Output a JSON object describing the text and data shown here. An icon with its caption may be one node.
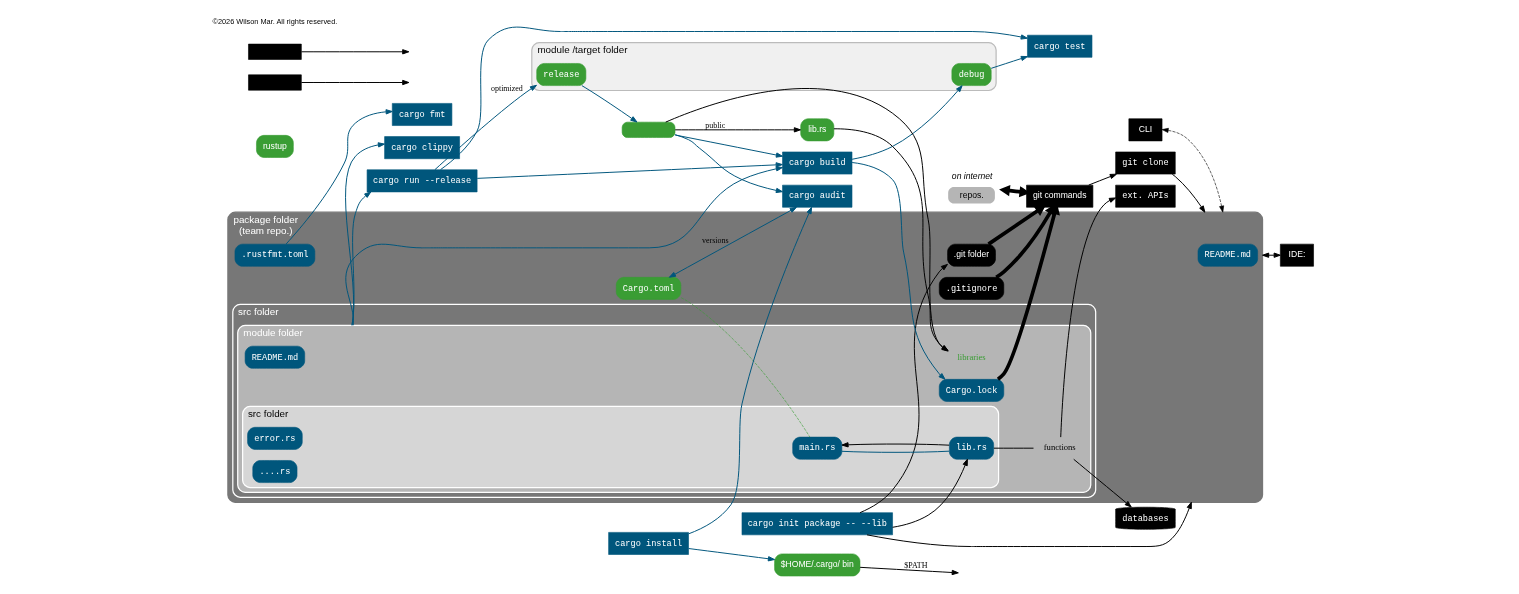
{
  "diagram": {
    "nodes": [
      {
        "text": [
          "CLI"
        ]
      },
      {
        "text": [
          "rustup"
        ]
      },
      {
        "text": [
          "cargo init package -- --lib"
        ]
      },
      {
        "text": [
          "package folder",
          "(team repo.)"
        ]
      },
      {
        "text": [
          "README.md"
        ],
        "in": 3
      },
      {
        "text": [
          ".rustfmt.toml"
        ],
        "in": 3
      },
      {
        "text": [
          "Cargo.toml"
        ],
        "in": 3
      },
      {
        "text": [
          "src folder"
        ],
        "in": 3
      },
      {
        "text": [
          "module folder"
        ],
        "in": 7
      },
      {
        "text": [
          "src folder"
        ],
        "in": 8
      },
      {
        "text": [
          "main.rs"
        ],
        "in": 9
      },
      {
        "text": [
          "lib.rs"
        ],
        "in": 9
      },
      {
        "text": [
          "error.rs"
        ],
        "in": 9
      },
      {
        "text": [
          "....rs"
        ],
        "in": 9
      },
      {
        "text": [
          "README.md"
        ],
        "in": 8
      },
      {
        "text": [
          "functions"
        ],
        "in": 8
      },
      {
        "text": [
          "Cargo.lock"
        ],
        "in": 8
      },
      {
        "text": [
          "libraries"
        ],
        "in": 8
      },
      {
        "text": [
          ".git folder"
        ],
        "in": 3
      },
      {
        "text": [
          ".gitignore"
        ],
        "in": 3
      },
      {
        "text": [
          "IDE:"
        ]
      },
      {
        "text": [
          "cargo fmt"
        ]
      },
      {
        "text": [
          "databases"
        ]
      },
      {
        "text": [
          "ext. APIs"
        ]
      },
      {
        "text": [
          "cargo audit"
        ]
      },
      {
        "text": [],
        "shape": "box"
      },
      {
        "text": [],
        "shape": "box"
      },
      {
        "text": [
          "$HOME/.cargo/ bin"
        ]
      },
      {
        "text": [
          "cargo install"
        ]
      },
      {
        "text": [
          "cargo clippy"
        ]
      },
      {
        "text": [
          "cargo run --release"
        ]
      },
      {
        "text": [
          "cargo test"
        ]
      },
      {
        "text": [
          "cargo build"
        ]
      },
      {
        "text": [
          "lib.rs"
        ]
      },
      {
        "text": [],
        "shape": "box"
      },
      {
        "text": [
          "git clone"
        ]
      },
      {
        "text": [
          "git commands"
        ]
      },
      {
        "text": [
          "repos."
        ],
        "beside": [
          "on internet"
        ]
      },
      {
        "text": [
          "module /target folder"
        ]
      },
      {
        "text": [
          "debug"
        ],
        "in": 38
      },
      {
        "text": [
          "release"
        ],
        "in": 38
      }
    ],
    "edges": [
      {
        "from": 0,
        "to": 3,
        "arrow": "both",
        "style": "dashed"
      },
      {
        "from": 2,
        "to": 3,
        "arrow": "to"
      },
      {
        "from": 2,
        "to": 11,
        "arrow": "to"
      },
      {
        "from": 2,
        "to": 18,
        "arrow": "to"
      },
      {
        "from": 6,
        "to": 10,
        "arrow": "none",
        "style": "dashed",
        "color": "#3a9d34"
      },
      {
        "from": 10,
        "to": 11,
        "arrow": "none",
        "color": "#00567c"
      },
      {
        "from": 11,
        "to": 10,
        "arrow": "to"
      },
      {
        "from": 11,
        "to": 15,
        "arrow": "none"
      },
      {
        "from": 15,
        "to": 22,
        "arrow": "to"
      },
      {
        "from": 15,
        "to": 23,
        "arrow": "to"
      },
      {
        "from": 3,
        "to": 20,
        "arrow": "both"
      },
      {
        "from": 5,
        "to": 21,
        "arrow": "to",
        "color": "#00567c"
      },
      {
        "from": 6,
        "to": 24,
        "arrow": "both",
        "label": "versions",
        "color": "#00567c"
      },
      {
        "from": 28,
        "to": 24,
        "arrow": "to",
        "color": "#00567c"
      },
      {
        "from": 34,
        "to": 24,
        "arrow": "to",
        "color": "#00567c"
      },
      {
        "from": 28,
        "to": 27,
        "arrow": "to",
        "color": "#00567c"
      },
      {
        "from": 25,
        "to": null,
        "arrow": "to"
      },
      {
        "from": 26,
        "to": null,
        "arrow": "to"
      },
      {
        "from": 27,
        "to": null,
        "arrow": "to",
        "label": "$PATH"
      },
      {
        "from": 8,
        "to": 29,
        "arrow": "to",
        "color": "#00567c"
      },
      {
        "from": 8,
        "to": 30,
        "arrow": "to",
        "color": "#00567c"
      },
      {
        "from": 8,
        "to": 32,
        "arrow": "to",
        "color": "#00567c"
      },
      {
        "from": 32,
        "to": 16,
        "arrow": "to",
        "color": "#00567c"
      },
      {
        "from": 30,
        "to": 32,
        "arrow": "to",
        "color": "#00567c"
      },
      {
        "from": 30,
        "to": 31,
        "arrow": "to",
        "color": "#00567c"
      },
      {
        "from": 30,
        "to": 40,
        "arrow": "to",
        "label": "optimized",
        "color": "#00567c"
      },
      {
        "from": 39,
        "to": 31,
        "arrow": "to",
        "color": "#00567c"
      },
      {
        "from": 32,
        "to": 39,
        "arrow": "to",
        "color": "#00567c"
      },
      {
        "from": 34,
        "to": 32,
        "arrow": "to",
        "color": "#00567c"
      },
      {
        "from": 40,
        "to": 34,
        "arrow": "to",
        "color": "#00567c"
      },
      {
        "from": 34,
        "to": 33,
        "arrow": "to",
        "label": "public"
      },
      {
        "from": 33,
        "to": 17,
        "arrow": "to"
      },
      {
        "from": 34,
        "to": 17,
        "arrow": "to"
      },
      {
        "from": 16,
        "to": 36,
        "arrow": "to",
        "style": "thick"
      },
      {
        "from": 19,
        "to": 36,
        "arrow": "to",
        "style": "thick"
      },
      {
        "from": 18,
        "to": 36,
        "arrow": "to",
        "style": "thick"
      },
      {
        "from": 36,
        "to": 35,
        "arrow": "to"
      },
      {
        "from": 35,
        "to": 3,
        "arrow": "to"
      },
      {
        "from": 37,
        "to": 36,
        "arrow": "both",
        "style": "thick"
      }
    ],
    "labels": [
      "©2026 Wilson Mar. All rights reserved."
    ]
  }
}
